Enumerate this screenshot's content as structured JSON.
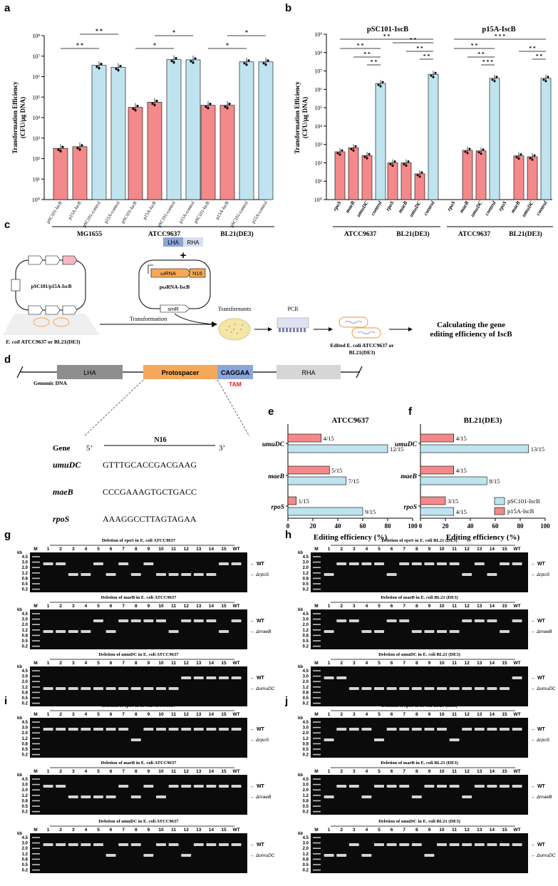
{
  "panel_labels": {
    "a": "a",
    "b": "b",
    "c": "c",
    "d": "d",
    "e": "e",
    "f": "f",
    "g": "g",
    "h": "h",
    "i": "i",
    "j": "j"
  },
  "colors": {
    "pink": "#f3898b",
    "blue": "#bfe4ef",
    "orange": "#f6a85a",
    "lha": "#8e8e8e",
    "rha": "#d6d6d6",
    "tam": "#8aa5d8",
    "red": "#e02020",
    "gel_bg": "#0b0b0b",
    "gel_band": "#e6e6e6"
  },
  "panel_a": {
    "ylabel": "Transformation Efficiency\n(CFU/μg DNA)",
    "yticks": [
      "10⁰",
      "10¹",
      "10²",
      "10³",
      "10⁴",
      "10⁵",
      "10⁶",
      "10⁷",
      "10⁸"
    ],
    "groups": [
      "MG1655",
      "ATCC9637",
      "BL21(DE3)"
    ],
    "bar_labels": [
      "pSC101-IscB",
      "p15A-IscB",
      "pSC101-control",
      "p15A-control"
    ],
    "sig": [
      "* *",
      "* *",
      "*",
      "*",
      "*",
      "*"
    ]
  },
  "panel_b": {
    "ylabel": "Transformation Efficiency\n(CFU/μg DNA)",
    "yticks": [
      "10⁰",
      "10¹",
      "10²",
      "10³",
      "10⁴",
      "10⁵",
      "10⁶",
      "10⁷",
      "10⁸",
      "10⁹"
    ],
    "headers": [
      "pSC101-IscB",
      "p15A-IscB"
    ],
    "groups": [
      "ATCC9637",
      "BL21(DE3)",
      "ATCC9637",
      "BL21(DE3)"
    ],
    "bar_labels": [
      "rpoS",
      "maeB",
      "umuDC",
      "control"
    ],
    "sig": [
      "* *",
      "* *",
      "* *",
      "* *",
      "* *",
      "* *",
      "* *",
      "* * *",
      "* *",
      "* *",
      "* * *",
      "* *",
      "* *"
    ]
  },
  "panel_c": {
    "lha": "LHA",
    "rha": "RHA",
    "plus": "+",
    "grna": "ωRNA",
    "n16": "N16",
    "plasmid2": "pωRNA-IscB",
    "smr": "smR",
    "plasmid1": "pSC101/p15A-IscB",
    "host_italic": "E. coli",
    "host_rest": " ATCC9637 or BL21(DE3)",
    "transformation": "Transformation",
    "transformants": "Transformants",
    "pcr": "PCR",
    "edited_1": "Edited E. coli ATCC9637 or",
    "edited_2": "BL21(DE3)",
    "calc_1": "Calculating the gene",
    "calc_2": "editing efficiency of IscB"
  },
  "panel_d": {
    "lha": "LHA",
    "protospacer": "Protospacer",
    "tam_seq": "CAGGAA",
    "rha": "RHA",
    "tam": "TAM",
    "genomic": "Genomic DNA",
    "gene_header": "Gene",
    "five": "5’",
    "n16": "N16",
    "three": "3’",
    "rows": [
      {
        "gene": "umuDC",
        "seq": "GTTTGCACCGACGAAG"
      },
      {
        "gene": "maeB",
        "seq": "CCCGAAAGTGCTGACC"
      },
      {
        "gene": "rpoS",
        "seq": "AAAGGCCTTAGTAGAA"
      }
    ]
  },
  "chart_data": [
    {
      "type": "bar",
      "title": "ATCC9637",
      "xlabel": "Editing efficiency (%)",
      "xlim": [
        0,
        100
      ],
      "categories": [
        "umuDC",
        "maeB",
        "rpoS"
      ],
      "series": [
        {
          "name": "p15A-IscB",
          "values": [
            26.7,
            33.3,
            6.7
          ],
          "labels": [
            "4/15",
            "5/15",
            "1/15"
          ]
        },
        {
          "name": "pSC101-IscB",
          "values": [
            80,
            46.7,
            60
          ],
          "labels": [
            "12/15",
            "7/15",
            "9/15"
          ]
        }
      ]
    },
    {
      "type": "bar",
      "title": "BL21(DE3)",
      "xlabel": "Editing efficiency (%)",
      "xlim": [
        0,
        100
      ],
      "categories": [
        "umuDC",
        "maeB",
        "rpoS"
      ],
      "series": [
        {
          "name": "p15A-IscB",
          "values": [
            26.7,
            26.7,
            20
          ],
          "labels": [
            "4/15",
            "4/15",
            "3/15"
          ]
        },
        {
          "name": "pSC101-IscB",
          "values": [
            86.7,
            53.3,
            26.7
          ],
          "labels": [
            "13/15",
            "8/15",
            "4/15"
          ]
        }
      ],
      "legend": "bottom-right"
    }
  ],
  "ef_ticks": [
    "0",
    "20",
    "40",
    "60",
    "80",
    "100"
  ],
  "gels": {
    "kb": "kb",
    "ladder": [
      "4.5",
      "3.0",
      "2.0",
      "1.2",
      "0.8",
      "0.5",
      "0.2"
    ],
    "lanes": [
      "M",
      "1",
      "2",
      "3",
      "4",
      "5",
      "6",
      "7",
      "8",
      "9",
      "10",
      "11",
      "12",
      "13",
      "14",
      "15",
      "WT"
    ],
    "g": [
      {
        "title": "Deletion of rpoS in E. coli ATCC9637",
        "wt": "WT",
        "del": "ΔrpoS"
      },
      {
        "title": "Deletion of maeB in E. coli ATCC9637",
        "wt": "WT",
        "del": "ΔmaeB"
      },
      {
        "title": "Deletion of umuDC in E. coli ATCC9637",
        "wt": "WT",
        "del": "ΔumuDC"
      }
    ],
    "h": [
      {
        "title": "Deletion of rpoS in E. coli BL21 (DE3)",
        "wt": "WT",
        "del": "ΔrpoS"
      },
      {
        "title": "Deletion of maeB in E. coli BL21 (DE3)",
        "wt": "WT",
        "del": "ΔmaeB"
      },
      {
        "title": "Deletion of umuDC in E. coli BL21 (DE3)",
        "wt": "WT",
        "del": "ΔumuDC"
      }
    ],
    "i": [
      {
        "title": "Deletion of rpoS in E. coli ATCC9637",
        "wt": "WT",
        "del": "ΔrpoS"
      },
      {
        "title": "Deletion of maeB in E. coli ATCC9637",
        "wt": "WT",
        "del": "ΔmaeB"
      },
      {
        "title": "Deletion of umuDC in E. coli ATCC9637",
        "wt": "WT",
        "del": "ΔumuDC"
      }
    ],
    "j": [
      {
        "title": "Deletion of rpoS in E. coli BL21 (DE3)",
        "wt": "WT",
        "del": "ΔrpoS"
      },
      {
        "title": "Deletion of maeB in E. coli BL21 (DE3)",
        "wt": "WT",
        "del": "ΔmaeB"
      },
      {
        "title": "Deletion of umuDC in E. coli BL21 (DE3)",
        "wt": "WT",
        "del": "ΔumuDC"
      }
    ],
    "band_pattern": {
      "g": [
        "WWDDWDWDWDDDDDWW",
        "DDDDWDWWWWDWWWDW",
        "DDDDDDDDDDDWWWWW"
      ],
      "h": [
        "DWWWWDWWWWWDWDWW",
        "DWWDDWWDDDDWWWDW",
        "WWDDDDDDDDDDDDDW"
      ],
      "i": [
        "WWWWWWWDWWWWWWWW",
        "WWDDDDWDWDWWWWWW",
        "WWWWWDWWDWWDWWWW"
      ],
      "j": [
        "DWWWDWWWWWDWWWWW",
        "DWWDWWWDWWWDWWWW",
        "DDWDWWWWDWWWWWWW"
      ]
    }
  }
}
